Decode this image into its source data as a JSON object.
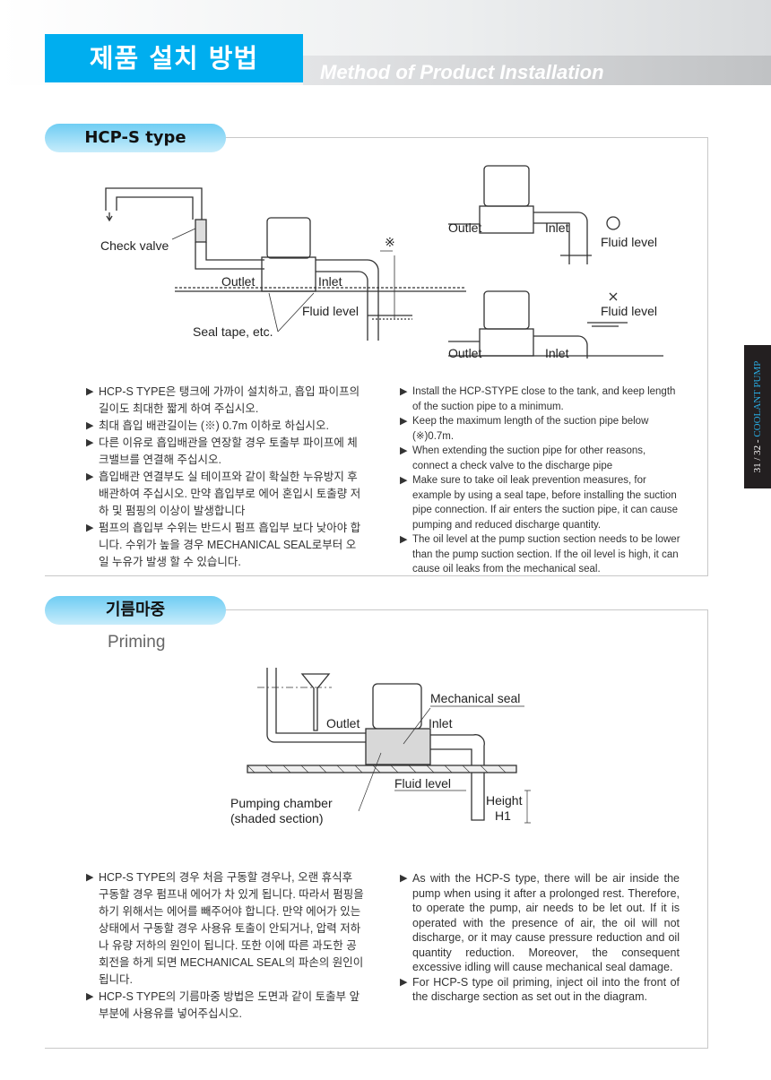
{
  "header": {
    "title_ko": "제품 설치 방법",
    "title_en": "Method of  Product Installation"
  },
  "side_tab": {
    "page": "31 / 32 -",
    "label": "COOLANT PUMP"
  },
  "section1": {
    "title": "HCP-S type",
    "diagram_left": {
      "check_valve": "Check valve",
      "outlet": "Outlet",
      "inlet": "Inlet",
      "fluid_level": "Fluid level",
      "seal_tape": "Seal tape, etc.",
      "mark": "※"
    },
    "diagram_right_top": {
      "outlet": "Outlet",
      "inlet": "Inlet",
      "fluid_level": "Fluid level",
      "symbol": "○"
    },
    "diagram_right_bottom": {
      "outlet": "Outlet",
      "inlet": "Inlet",
      "fluid_level": "Fluid level",
      "symbol": "╳"
    },
    "ko": [
      "HCP-S TYPE은 탱크에 가까이 설치하고, 흡입 파이프의 길이도 최대한 짧게 하여 주십시오.",
      "최대 흡입 배관길이는 (※) 0.7m 이하로 하십시오.",
      "다른 이유로 흡입배관을 연장할 경우 토출부 파이프에 체크밸브를 연결해 주십시오.",
      "흡입배관 연결부도 실 테이프와 같이 확실한 누유방지 후 배관하여 주십시오. 만약 흡입부로 에어 혼입시 토출량 저하 및 펌핑의 이상이 발생합니다",
      "펌프의 흡입부 수위는 반드시 펌프 흡입부 보다 낮아야 합니다. 수위가 높을 경우 MECHANICAL SEAL로부터 오일 누유가 발생 할 수 있습니다."
    ],
    "en": [
      "Install the HCP-STYPE close to the tank, and keep length of the suction pipe to a minimum.",
      "Keep the maximum length of the suction pipe below (※)0.7m.",
      "When extending the suction pipe for other reasons, connect a check valve to the discharge pipe",
      "Make sure to take oil leak prevention measures, for example by using a seal tape, before installing the suction pipe connection. If air enters the suction pipe, it can cause pumping and reduced discharge quantity.",
      "The oil level at the pump suction section needs to be lower than the pump suction section. If the oil level is high, it can cause oil leaks from the  mechanical seal."
    ]
  },
  "section2": {
    "title": "기름마중",
    "subtitle": "Priming",
    "diagram": {
      "mechanical_seal": "Mechanical seal",
      "outlet": "Outlet",
      "inlet": "Inlet",
      "fluid_level": "Fluid level",
      "pumping_chamber": "Pumping chamber",
      "shaded": "(shaded section)",
      "height": "Height",
      "h1": "H1"
    },
    "ko": [
      "HCP-S TYPE의 경우 처음 구동할   경우나, 오랜 휴식후 구동할 경우 펌프내 에어가 차 있게  됩니다. 따라서 펌핑을 하기 위해서는 에어를 빼주어야 합니다.  만약 에어가 있는 상태에서 구동할 경우 사용유  토출이 안되거나, 압력 저하나 유량 저하의 원인이 됩니다. 또한 이에 따른 과도한 공회전을 하게 되면 MECHANICAL SEAL의 파손의 원인이 됩니다.",
      "HCP-S TYPE의 기름마중 방법은 도면과 같이 토출부 앞부분에 사용유를 넣어주십시오."
    ],
    "en": [
      "As with the HCP-S type, there will be air inside the pump when using it after a prolonged rest. Therefore, to operate the pump, air needs to be let out. If it is operated with the presence of air, the oil will not discharge, or it may cause pressure reduction and oil quantity reduction. Moreover, the consequent excessive idling will cause mechanical seal damage.",
      "For HCP-S type oil priming, inject oil into the front of the discharge section as set out in the diagram."
    ]
  }
}
